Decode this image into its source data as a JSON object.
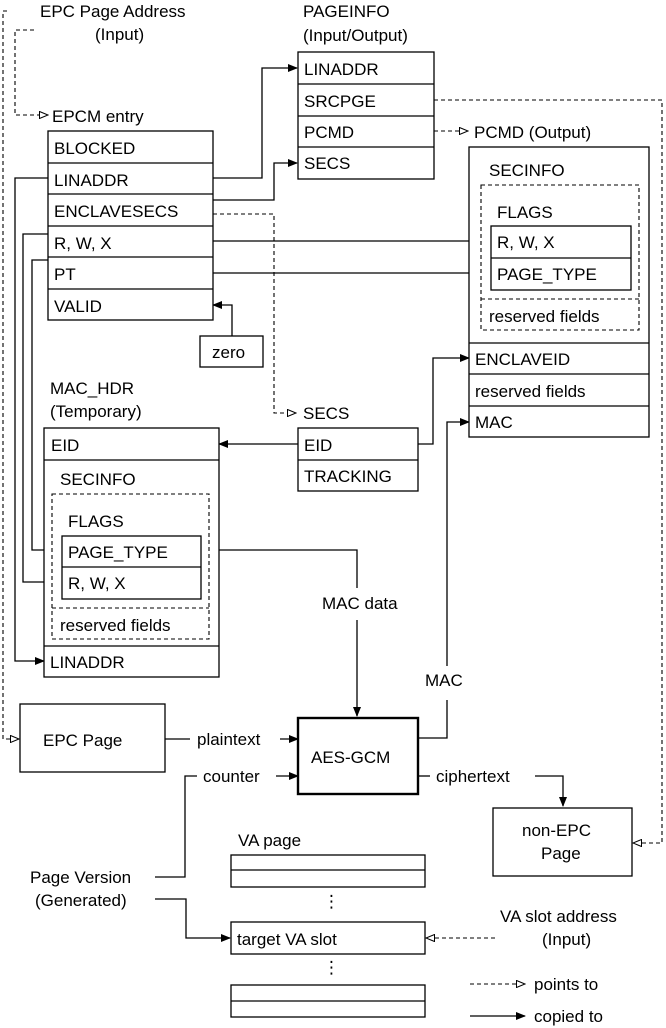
{
  "epc_page_address": [
    "EPC Page Address",
    "(Input)"
  ],
  "pageinfo": {
    "title": [
      "PAGEINFO",
      "(Input/Output)"
    ],
    "fields": [
      "LINADDR",
      "SRCPGE",
      "PCMD",
      "SECS"
    ]
  },
  "epcm": {
    "title": "EPCM entry",
    "fields": [
      "BLOCKED",
      "LINADDR",
      "ENCLAVESECS",
      "R, W, X",
      "PT",
      "VALID"
    ]
  },
  "zero": "zero",
  "pcmd": {
    "title": "PCMD (Output)",
    "secinfo": "SECINFO",
    "flags": "FLAGS",
    "flag_fields": [
      "R, W, X",
      "PAGE_TYPE"
    ],
    "reserved_inner": "reserved fields",
    "fields": [
      "ENCLAVEID",
      "reserved fields",
      "MAC"
    ]
  },
  "mac_hdr": {
    "title": [
      "MAC_HDR",
      "(Temporary)"
    ],
    "eid": "EID",
    "secinfo": "SECINFO",
    "flags": "FLAGS",
    "flag_fields": [
      "PAGE_TYPE",
      "R, W, X"
    ],
    "reserved": "reserved fields",
    "linaddr": "LINADDR"
  },
  "secs": {
    "title": "SECS",
    "fields": [
      "EID",
      "TRACKING"
    ]
  },
  "labels": {
    "mac_data": "MAC data",
    "mac": "MAC",
    "plaintext": "plaintext",
    "counter": "counter",
    "ciphertext": "ciphertext",
    "vdots": "⋮"
  },
  "epc_page": "EPC Page",
  "aes_gcm": "AES-GCM",
  "non_epc_page": [
    "non-EPC",
    "Page"
  ],
  "page_version": [
    "Page Version",
    "(Generated)"
  ],
  "va_page": "VA page",
  "target_va_slot": "target VA slot",
  "va_slot_address": [
    "VA slot address",
    "(Input)"
  ],
  "legend": {
    "points_to": "points to",
    "copied_to": "copied to"
  }
}
